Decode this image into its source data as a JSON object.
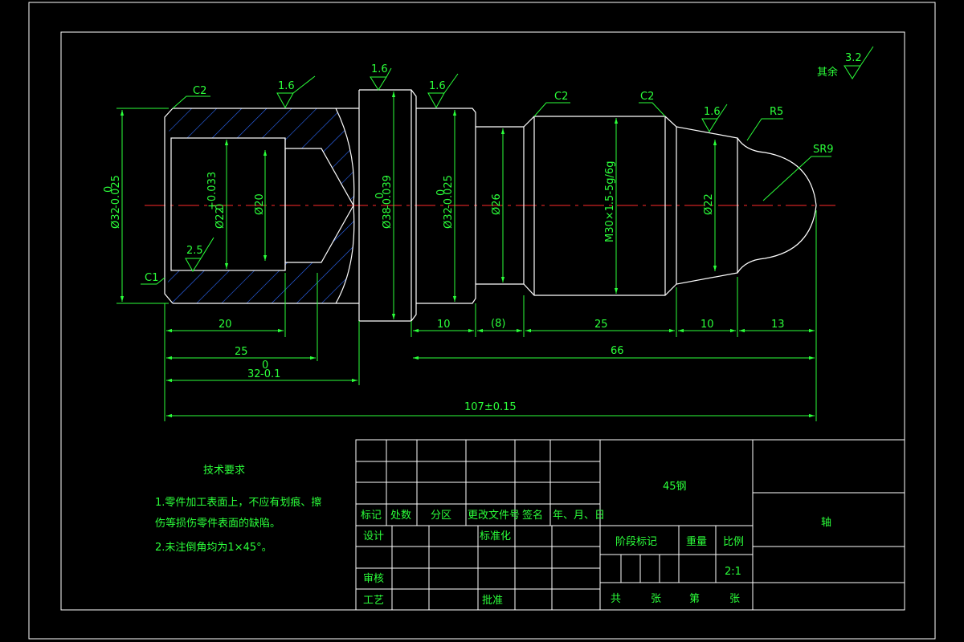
{
  "technical_requirements": {
    "title": "技术要求",
    "item1_line1": "1.零件加工表面上，不应有划痕、擦",
    "item1_line2": "伤等损伤零件表面的缺陷。",
    "item2": "2.未注倒角均为1×45°。"
  },
  "roughness": {
    "other": "其余",
    "other_value": "3.2",
    "values": [
      "1.6",
      "1.6",
      "1.6",
      "1.6",
      "2.5"
    ]
  },
  "callouts": {
    "c2": "C2",
    "c1": "C1",
    "r5": "R5",
    "sr9": "SR9"
  },
  "dimensions": {
    "d32_main": "Ø32",
    "d32_main_tol": "-0.025",
    "d22": "Ø22",
    "d22_tol_upper": "+0.033",
    "d22_tol_lower": "0",
    "d20": "Ø20",
    "d38": "Ø38",
    "d38_tol": "-0.039",
    "d32b": "Ø32",
    "d32b_tol": "-0.025",
    "d26": "Ø26",
    "thread": "M30×1.5-5g/6g",
    "d22b": "Ø22",
    "zero": "0",
    "len20": "20",
    "len25a": "25",
    "len32": "32",
    "len32_tol": "-0.1",
    "len10a": "10",
    "len8": "(8)",
    "len25b": "25",
    "len10b": "10",
    "len13": "13",
    "len66": "66",
    "len107": "107±0.15"
  },
  "title_block": {
    "material": "45钢",
    "part_name": "轴",
    "header": [
      "标记",
      "处数",
      "分区",
      "更改文件号",
      "签名",
      "年、月、日"
    ],
    "design": "设计",
    "standardize": "标准化",
    "review": "审核",
    "process": "工艺",
    "approve": "批准",
    "stage_mark": "阶段标记",
    "weight": "重量",
    "scale": "比例",
    "scale_value": "2:1",
    "sheet_total": "共",
    "sheet_unit1": "张",
    "sheet_no": "第",
    "sheet_unit2": "张"
  },
  "colors": {
    "background": "#000000",
    "outline": "#ffffff",
    "annotation": "#2bff3a",
    "hatch": "#2e6bff",
    "centerline": "#ff2a2a",
    "text": "#2bff3a"
  }
}
